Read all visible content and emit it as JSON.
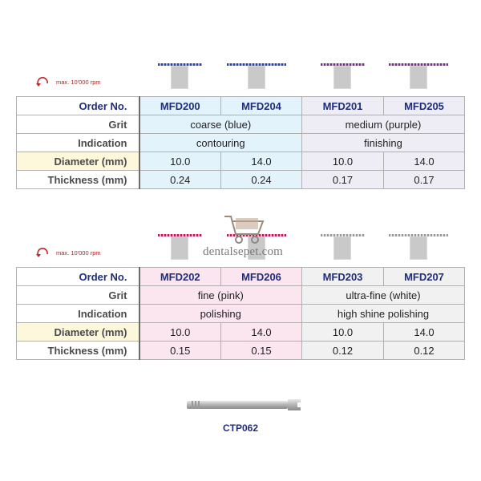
{
  "colors": {
    "header_text": "#1f2d7a",
    "blue_cell": "#e3f3fb",
    "lavender_cell": "#eeedf5",
    "pink_cell": "#fbe5ee",
    "grey_cell": "#f1f1f1",
    "highlight_label": "#fdf7dc",
    "rpm_text": "#b22222"
  },
  "labels": {
    "order": "Order No.",
    "grit": "Grit",
    "indication": "Indication",
    "diameter": "Diameter (mm)",
    "thickness": "Thickness (mm)"
  },
  "table1": {
    "rpm": "max. 10'000 rpm",
    "codes": [
      "MFD200",
      "MFD204",
      "MFD201",
      "MFD205"
    ],
    "grit": [
      "coarse (blue)",
      "medium (purple)"
    ],
    "indication": [
      "contouring",
      "finishing"
    ],
    "diameter": [
      "10.0",
      "14.0",
      "10.0",
      "14.0"
    ],
    "thickness": [
      "0.24",
      "0.24",
      "0.17",
      "0.17"
    ]
  },
  "table2": {
    "rpm": "max. 10'000 rpm",
    "codes": [
      "MFD202",
      "MFD206",
      "MFD203",
      "MFD207"
    ],
    "grit": [
      "fine (pink)",
      "ultra-fine (white)"
    ],
    "indication": [
      "polishing",
      "high shine polishing"
    ],
    "diameter": [
      "10.0",
      "14.0",
      "10.0",
      "14.0"
    ],
    "thickness": [
      "0.15",
      "0.15",
      "0.12",
      "0.12"
    ]
  },
  "watermark": "dentalsepet.com",
  "mandrel_code": "CTP062"
}
